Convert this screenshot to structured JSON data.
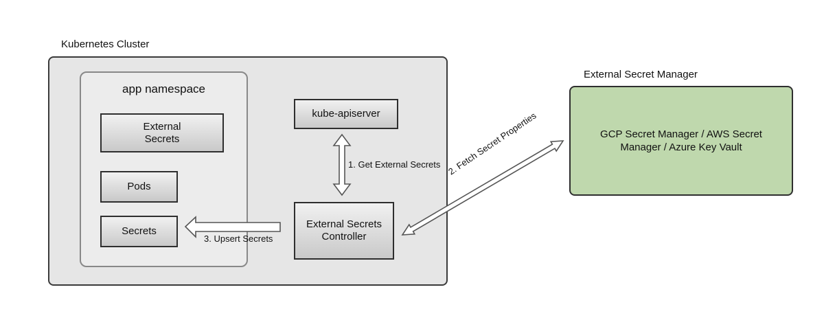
{
  "cluster": {
    "title": "Kubernetes Cluster"
  },
  "namespace": {
    "title": "app namespace",
    "items": [
      "External Secrets",
      "Pods",
      "Secrets"
    ]
  },
  "components": {
    "apiserver": "kube-apiserver",
    "controller": "External Secrets Controller"
  },
  "external": {
    "title": "External Secret Manager",
    "providers": "GCP Secret Manager / AWS Secret Manager / Azure Key Vault"
  },
  "edges": {
    "get": "1. Get External Secrets",
    "fetch": "2. Fetch Secret Properties",
    "upsert": "3. Upsert Secrets"
  }
}
